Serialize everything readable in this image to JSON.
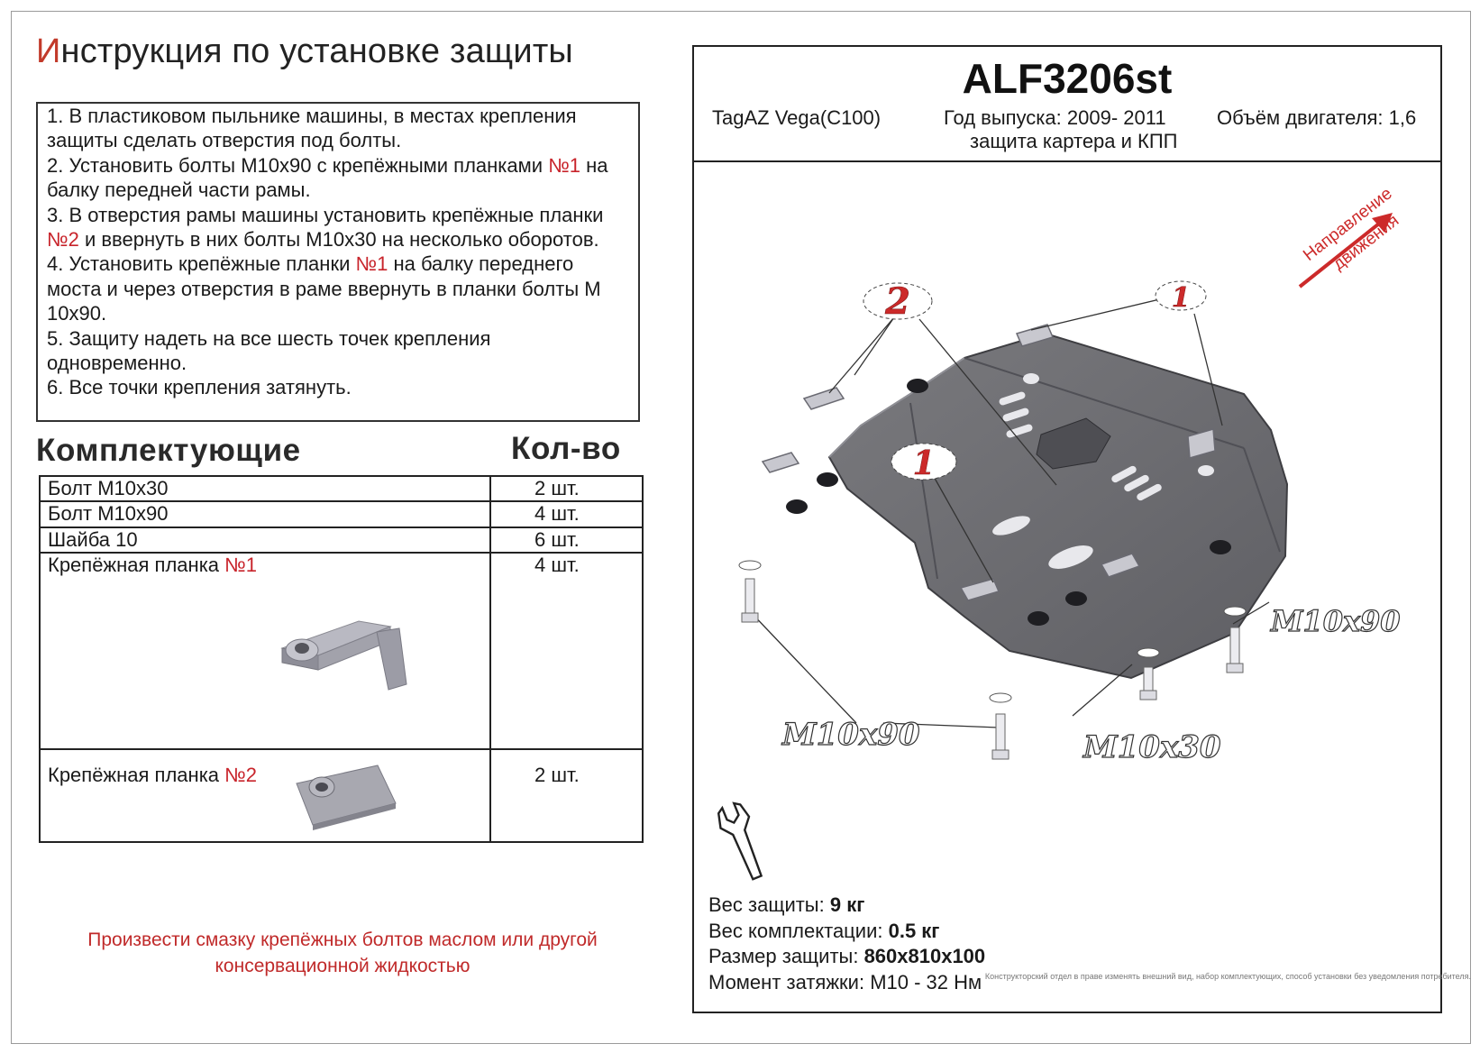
{
  "title": {
    "first_letter": "И",
    "rest": "нструкция по установке защиты"
  },
  "instructions": [
    {
      "a": "1.   В пластиковом пыльнике машины, в местах крепления защиты сделать отверстия под болты."
    },
    {
      "a": "2.   Установить болты М10х90 с крепёжными планками ",
      "num": "№1",
      "b": " на балку передней части рамы."
    },
    {
      "a": "3.   В отверстия рамы машины установить крепёжные планки ",
      "num": "№2",
      "b": " и ввернуть в них болты М10х30 на несколько оборотов."
    },
    {
      "a": "4.   Установить крепёжные планки ",
      "num": "№1",
      "b": " на балку переднего моста и через отверстия в раме ввернуть в планки болты М 10х90."
    },
    {
      "a": "5.   Защиту надеть на все шесть точек крепления одновременно."
    },
    {
      "a": "6.   Все точки крепления затянуть."
    }
  ],
  "kit": {
    "heading": "Комплектующие",
    "qty_heading": "Кол-во",
    "items": [
      {
        "name": "Болт М10х30",
        "qty": "2 шт."
      },
      {
        "name": "Болт М10х90",
        "qty": "4 шт."
      },
      {
        "name": "Шайба 10",
        "qty": "6 шт."
      },
      {
        "name": "Крепёжная планка ",
        "num": "№1",
        "qty": "4 шт."
      },
      {
        "name": "Крепёжная планка  ",
        "num": "№2",
        "qty": "2 шт."
      }
    ]
  },
  "note": {
    "line1": "Произвести смазку крепёжных болтов маслом или другой",
    "line2": "консервационной жидкостью"
  },
  "product": {
    "code": "ALF3206st",
    "model": "TagAZ Vega(C100)",
    "year": "Год выпуска: 2009- 2011",
    "engine": "Объём двигателя: 1,6",
    "desc": "защита картера и КПП"
  },
  "drawing": {
    "direction_line1": "Направление",
    "direction_line2": "движения",
    "callouts": [
      "2",
      "1",
      "1"
    ],
    "bolt_labels": [
      "M10x90",
      "M10x90",
      "M10x30"
    ]
  },
  "specs": {
    "weight_label": "Вес защиты: ",
    "weight": "9 кг",
    "kit_weight_label": "Вес комплектации: ",
    "kit_weight": "0.5 кг",
    "size_label": "Размер защиты: ",
    "size": "860х810х100",
    "torque_label": "Момент затяжки:  ",
    "torque": "М10 - 32 Нм"
  },
  "disclaimer": "Конструкторский отдел в праве изменять внешний вид, набор комплектующих, способ установки без уведомления потребителя.",
  "colors": {
    "accent": "#c8242b",
    "plate": "#6e6e72",
    "hole": "#1e1e22"
  },
  "icons": [
    "wrench-icon",
    "direction-arrow-icon",
    "bracket-1-icon",
    "bracket-2-icon",
    "bolt-icon",
    "washer-icon"
  ]
}
